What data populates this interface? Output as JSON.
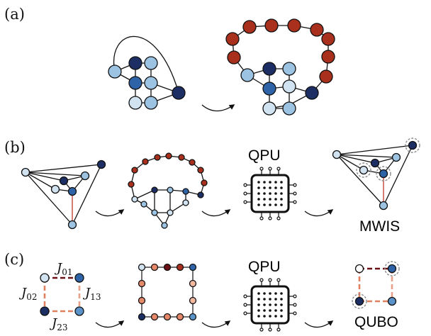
{
  "panels": {
    "a": {
      "label": "(a)"
    },
    "b": {
      "label": "(b)",
      "qpu_label": "QPU",
      "result_label": "MWIS"
    },
    "c": {
      "label": "(c)",
      "qpu_label": "QPU",
      "result_label": "QUBO",
      "couplings": [
        {
          "sym": "J",
          "sub": "01"
        },
        {
          "sym": "J",
          "sub": "02"
        },
        {
          "sym": "J",
          "sub": "13"
        },
        {
          "sym": "J",
          "sub": "23"
        }
      ]
    }
  },
  "colors": {
    "red": "#a8301c",
    "darkred": "#6b1015",
    "darkblue": "#1c2e64",
    "blue": "#2f63a8",
    "midblue": "#5a93c9",
    "lightblue": "#9cc3e2",
    "paleblue": "#d1e2f1",
    "orange": "#e8886a",
    "dashed_red": "#e0805f",
    "wire_red": "#c0392b"
  }
}
